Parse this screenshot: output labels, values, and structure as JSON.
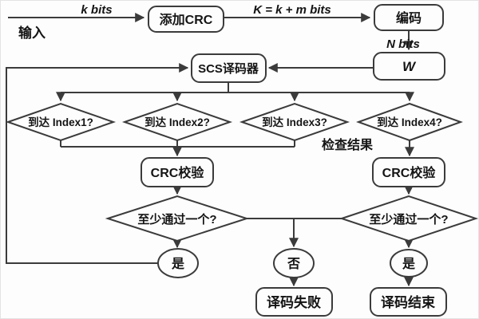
{
  "edge_labels": {
    "input": "输入",
    "k_bits": "k bits",
    "sum_bits": "K = k + m bits",
    "n_bits": "N bits",
    "check_result": "检查结果"
  },
  "nodes": {
    "add_crc": "添加CRC",
    "encode": "编码",
    "channel_w": "W",
    "scs_decoder": "SCS译码器",
    "reach_index1": "到达 Index1?",
    "reach_index2": "到达 Index2?",
    "reach_index3": "到达 Index3?",
    "reach_index4": "到达 Index4?",
    "crc_check_left": "CRC校验",
    "crc_check_right": "CRC校验",
    "pass_at_least_one_left": "至少通过一个?",
    "pass_at_least_one_right": "至少通过一个?",
    "yes_left": "是",
    "no_mid": "否",
    "yes_right": "是",
    "decode_fail": "译码失败",
    "decode_done": "译码结束"
  },
  "colors": {
    "stroke": "#3b3b3b",
    "text": "#141414",
    "background": "#fdfdfd",
    "frame": "#e3e3e3"
  }
}
